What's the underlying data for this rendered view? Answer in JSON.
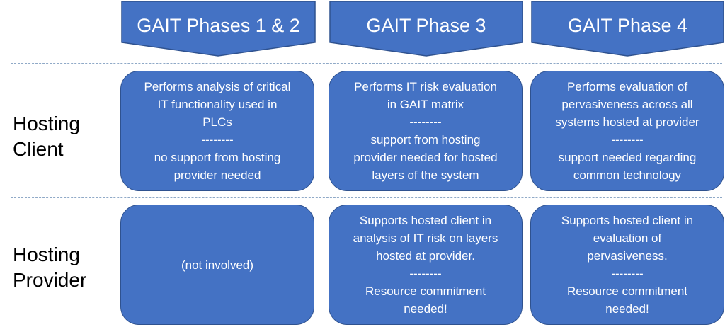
{
  "colors": {
    "box_fill": "#4472c4",
    "box_border": "#2f528f",
    "divider": "#8fa9c7",
    "text_on_box": "#ffffff"
  },
  "phases": [
    {
      "label": "GAIT Phases 1 & 2"
    },
    {
      "label": "GAIT Phase 3"
    },
    {
      "label": "GAIT Phase 4"
    }
  ],
  "rows": [
    {
      "label_lines": [
        "Hosting",
        "Client"
      ],
      "cells": [
        {
          "lines": [
            "Performs analysis of critical",
            "IT functionality used in",
            "PLCs",
            "--------",
            "no support from hosting",
            "provider needed"
          ]
        },
        {
          "lines": [
            "Performs IT risk evaluation",
            "in GAIT matrix",
            "--------",
            "support from hosting",
            "provider needed for hosted",
            "layers of the system"
          ]
        },
        {
          "lines": [
            "Performs evaluation of",
            "pervasiveness across all",
            "systems hosted at provider",
            "--------",
            "support needed regarding",
            "common technology"
          ]
        }
      ]
    },
    {
      "label_lines": [
        "Hosting",
        "Provider"
      ],
      "cells": [
        {
          "lines": [
            "(not involved)"
          ]
        },
        {
          "lines": [
            "Supports hosted client in",
            "analysis of IT risk on layers",
            "hosted at provider.",
            "--------",
            "Resource commitment",
            "needed!"
          ]
        },
        {
          "lines": [
            "Supports hosted client in",
            "evaluation of",
            "pervasiveness.",
            "--------",
            "Resource commitment",
            "needed!"
          ]
        }
      ]
    }
  ]
}
